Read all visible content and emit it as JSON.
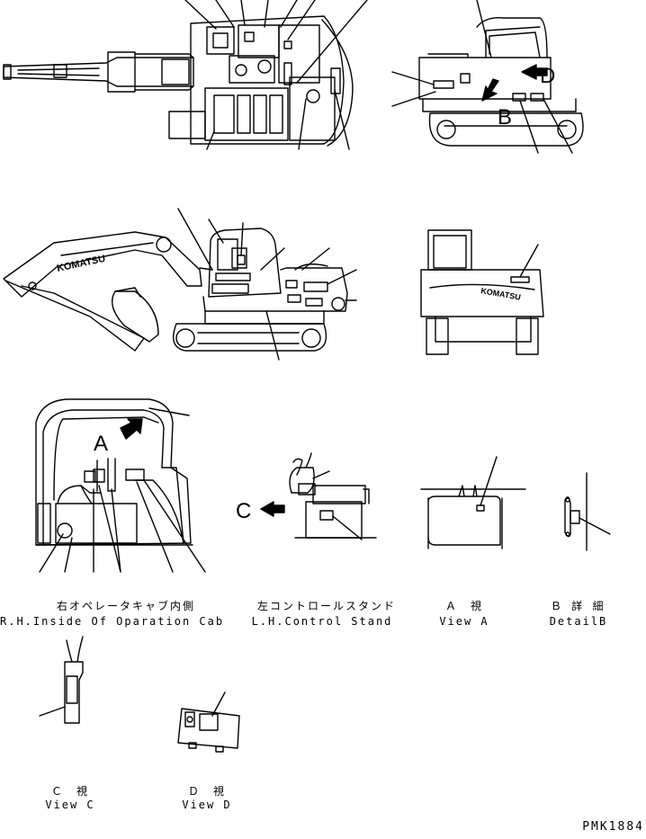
{
  "letters": {
    "a": "A",
    "b": "B",
    "c": "C",
    "d": "D"
  },
  "captions": {
    "rh_cab_jp": "右オペレータキャブ内側",
    "rh_cab_en": "R.H.Inside Of Oparation Cab",
    "lh_stand_jp": "左コントロールスタンド",
    "lh_stand_en": "L.H.Control Stand",
    "view_a_jp": "Ａ　視",
    "view_a_en": "View A",
    "detail_b_jp": "Ｂ 詳 細",
    "detail_b_en": "DetailB",
    "view_c_jp": "Ｃ　視",
    "view_c_en": "View C",
    "view_d_jp": "Ｄ　視",
    "view_d_en": "View D"
  },
  "brand": "KOMATSU",
  "drawing_number": "PMK1884"
}
